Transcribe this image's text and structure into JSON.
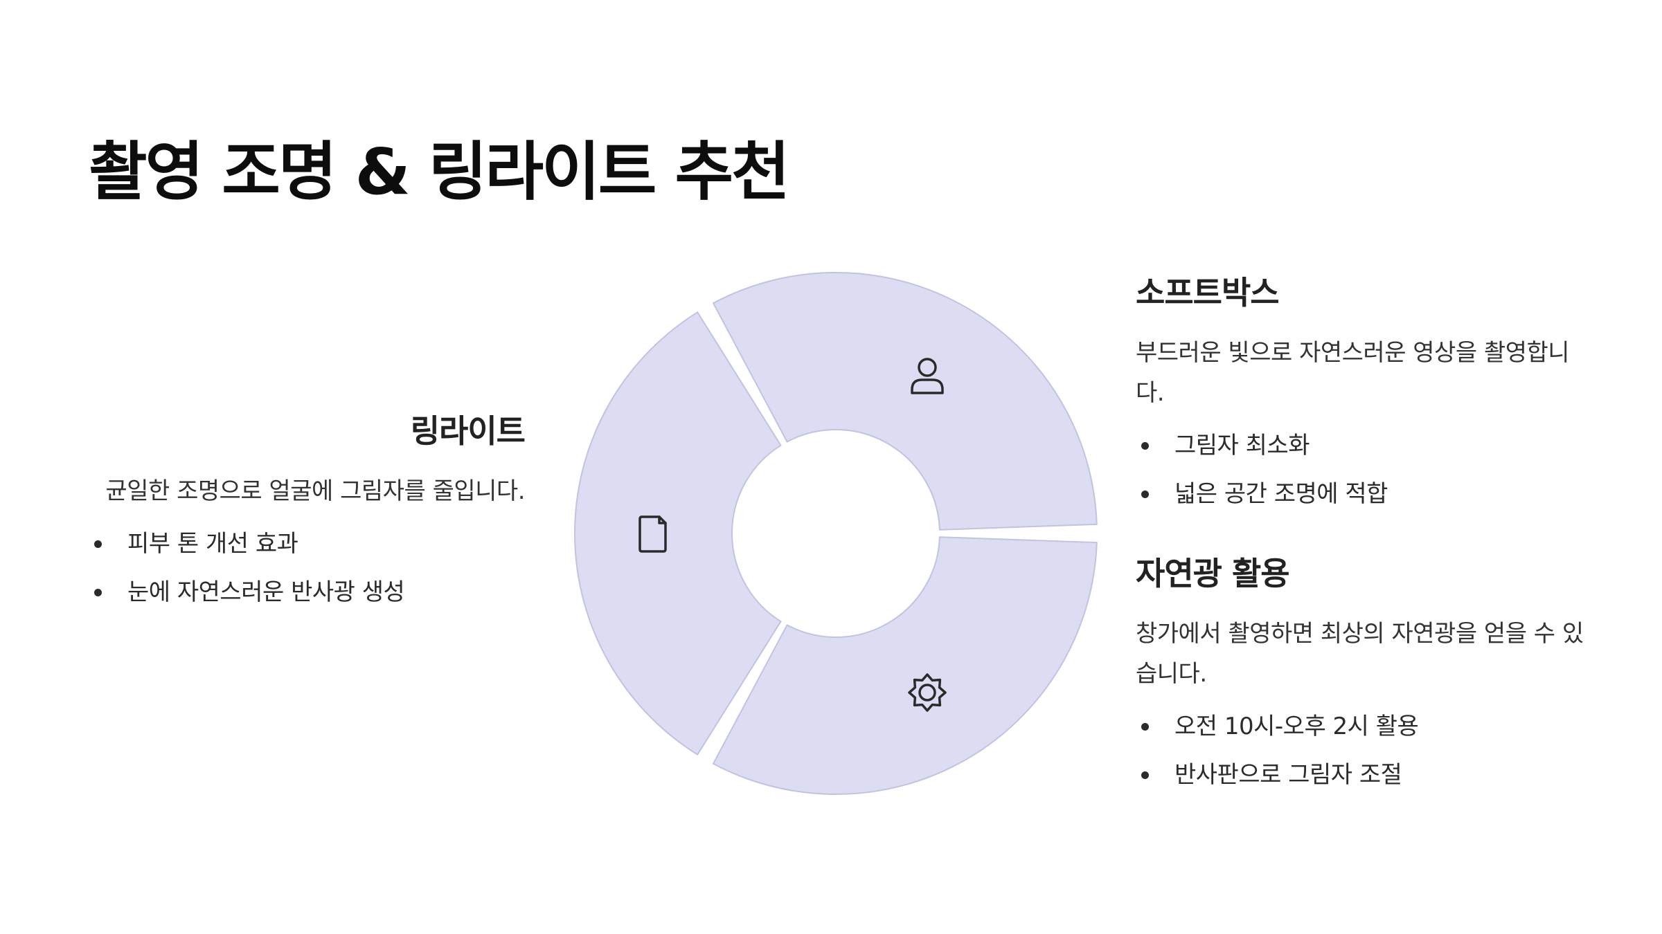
{
  "title": "촬영 조명 & 링라이트 추천",
  "sections": {
    "ringlight": {
      "heading": "링라이트",
      "description": "균일한 조명으로 얼굴에 그림자를 줄입니다.",
      "bullets": [
        "피부 톤 개선 효과",
        "눈에 자연스러운 반사광 생성"
      ]
    },
    "softbox": {
      "heading": "소프트박스",
      "description": "부드러운 빛으로 자연스러운 영상을 촬영합니다.",
      "bullets": [
        "그림자 최소화",
        "넓은 공간 조명에 적합"
      ]
    },
    "natural_light": {
      "heading": "자연광 활용",
      "description": "창가에서 촬영하면 최상의 자연광을 얻을 수 있습니다.",
      "bullets": [
        "오전 10시-오후 2시 활용",
        "반사판으로 그림자 조절"
      ]
    }
  },
  "diagram": {
    "segments": [
      {
        "id": "ringlight",
        "icon": "document-icon"
      },
      {
        "id": "softbox",
        "icon": "user-icon"
      },
      {
        "id": "natural_light",
        "icon": "gear-icon"
      }
    ],
    "colors": {
      "fill": "#dcdcf2",
      "stroke": "#c2c2e2",
      "icon": "#2a2a2a"
    }
  }
}
